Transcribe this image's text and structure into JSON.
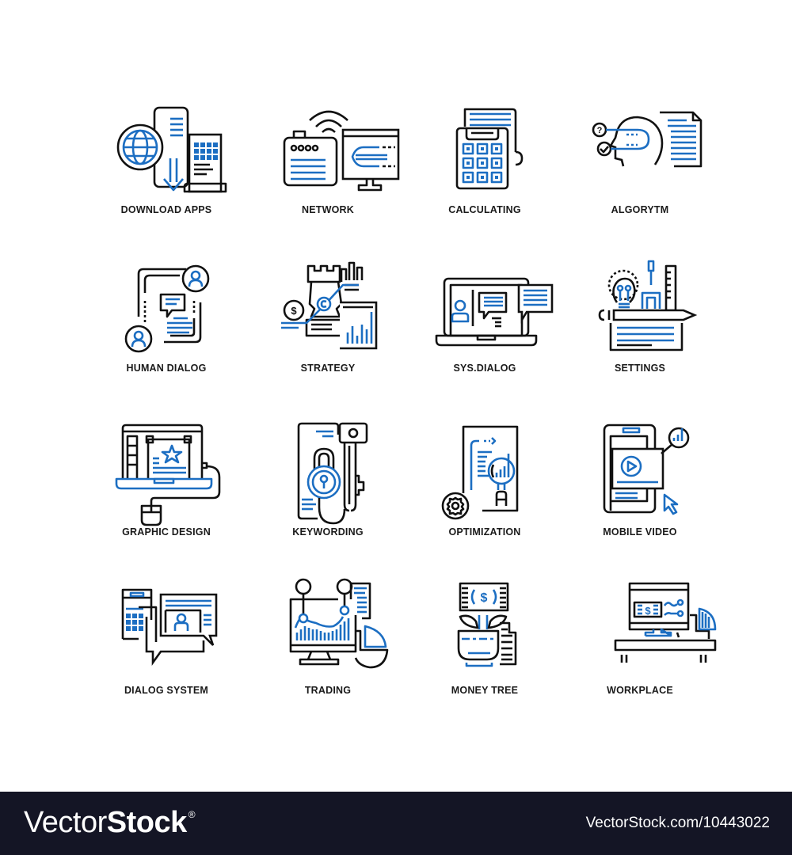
{
  "colors": {
    "accent": "#1c6ec2",
    "stroke": "#111111",
    "background": "#ffffff",
    "footer_bg": "#141525",
    "footer_text": "#ffffff"
  },
  "icons": [
    {
      "label": "DOWNLOAD APPS",
      "icon": "download-apps-icon"
    },
    {
      "label": "NETWORK",
      "icon": "network-icon"
    },
    {
      "label": "CALCULATING",
      "icon": "calculator-icon"
    },
    {
      "label": "ALGORYTM",
      "icon": "algorithm-head-icon"
    },
    {
      "label": "HUMAN DIALOG",
      "icon": "human-dialog-icon"
    },
    {
      "label": "STRATEGY",
      "icon": "strategy-chess-rook-icon"
    },
    {
      "label": "SYS.DIALOG",
      "icon": "laptop-dialog-icon"
    },
    {
      "label": "SETTINGS",
      "icon": "settings-tools-icon"
    },
    {
      "label": "GRAPHIC DESIGN",
      "icon": "graphic-design-laptop-icon"
    },
    {
      "label": "KEYWORDING",
      "icon": "keywording-lock-key-icon"
    },
    {
      "label": "OPTIMIZATION",
      "icon": "optimization-gear-icon"
    },
    {
      "label": "MOBILE VIDEO",
      "icon": "mobile-video-icon"
    },
    {
      "label": "DIALOG SYSTEM",
      "icon": "dialog-system-icon"
    },
    {
      "label": "TRADING",
      "icon": "trading-monitor-icon"
    },
    {
      "label": "MONEY TREE",
      "icon": "money-tree-icon"
    },
    {
      "label": "WORKPLACE",
      "icon": "workplace-desk-icon"
    }
  ],
  "footer": {
    "brand_thin": "Vector",
    "brand_bold": "Stock",
    "brand_mark": "®",
    "url": "VectorStock.com/10443022"
  }
}
